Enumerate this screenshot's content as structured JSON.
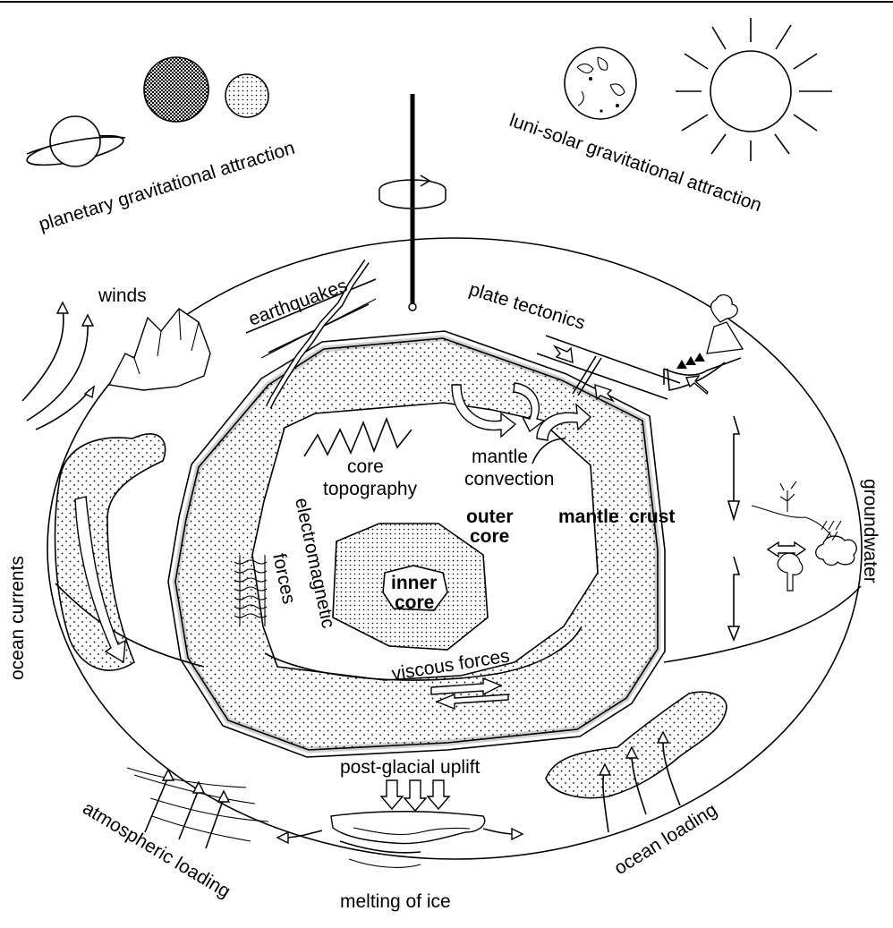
{
  "labels": {
    "planetary": "planetary gravitational attraction",
    "lunisolar": "luni-solar gravitational attraction",
    "winds": "winds",
    "earthquakes": "earthquakes",
    "plate_tectonics": "plate tectonics",
    "core_topography_1": "core",
    "core_topography_2": "topography",
    "mantle_convection_1": "mantle",
    "mantle_convection_2": "convection",
    "outer_core_1": "outer",
    "outer_core_2": "core",
    "inner_core_1": "inner",
    "inner_core_2": "core",
    "mantle": "mantle",
    "crust": "crust",
    "electromagnetic_1": "electromagnetic",
    "electromagnetic_2": "forces",
    "viscous_forces": "viscous forces",
    "ocean_currents": "ocean currents",
    "groundwater": "groundwater",
    "post_glacial_uplift": "post-glacial uplift",
    "atmospheric_loading": "atmospheric loading",
    "melting_of_ice": "melting of ice",
    "ocean_loading": "ocean loading"
  },
  "colors": {
    "ink": "#000000",
    "paper": "#ffffff",
    "stipple": "#000000"
  }
}
